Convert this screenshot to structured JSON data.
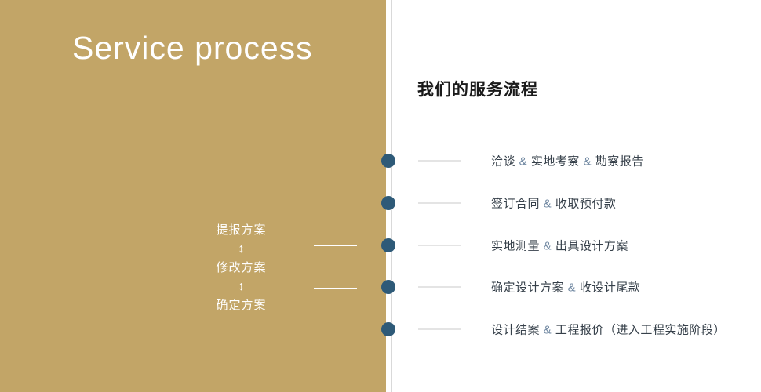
{
  "left_panel": {
    "title": "Service process",
    "plan_steps": [
      "提报方案",
      "修改方案",
      "确定方案"
    ],
    "arrow_glyph": "↕"
  },
  "right_panel": {
    "heading": "我们的服务流程",
    "separator": "&",
    "steps": [
      {
        "parts": [
          "洽谈",
          "实地考察",
          "勘察报告"
        ]
      },
      {
        "parts": [
          "签订合同",
          "收取预付款"
        ]
      },
      {
        "parts": [
          "实地测量",
          "出具设计方案"
        ]
      },
      {
        "parts": [
          "确定设计方案",
          "收设计尾款"
        ]
      },
      {
        "parts": [
          "设计结案",
          "工程报价（进入工程实施阶段）"
        ]
      }
    ]
  },
  "colors": {
    "gold_panel": "#c2a567",
    "timeline_dot": "#2e5a78",
    "divider_line": "#d9d9d9",
    "step_text": "#36404a",
    "ampersand": "#6e86a0",
    "panel_text": "#ffffff"
  }
}
